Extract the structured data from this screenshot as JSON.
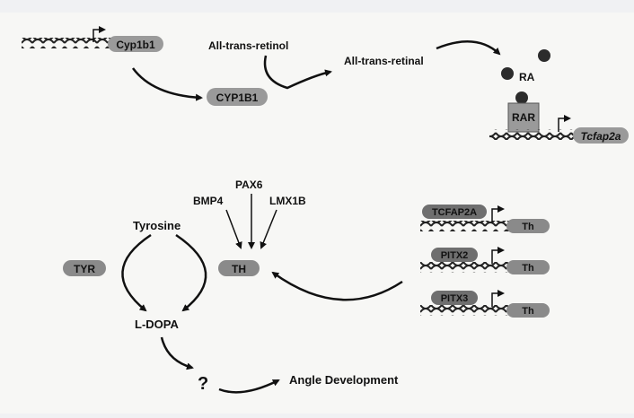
{
  "labels": {
    "cyp1b1_gene": "Cyp1b1",
    "cyp1b1_protein": "CYP1B1",
    "retinol": "All-trans-retinol",
    "retinal": "All-trans-retinal",
    "ra": "RA",
    "rar": "RAR",
    "tcfap2a_gene": "Tcfap2a",
    "bmp4": "BMP4",
    "pax6": "PAX6",
    "lmx1b": "LMX1B",
    "tyrosine": "Tyrosine",
    "tyr": "TYR",
    "th": "TH",
    "ldopa": "L-DOPA",
    "question": "?",
    "angle": "Angle Development",
    "tcfap2a_tf": "TCFAP2A",
    "pitx2": "PITX2",
    "pitx3": "PITX3",
    "th_gene_1": "Th",
    "th_gene_2": "Th",
    "th_gene_3": "Th"
  },
  "colors": {
    "pill": "#9a9a9a",
    "dark_pill": "#6f6f6f",
    "ball": "#2c2c2c",
    "ink": "#111111"
  }
}
